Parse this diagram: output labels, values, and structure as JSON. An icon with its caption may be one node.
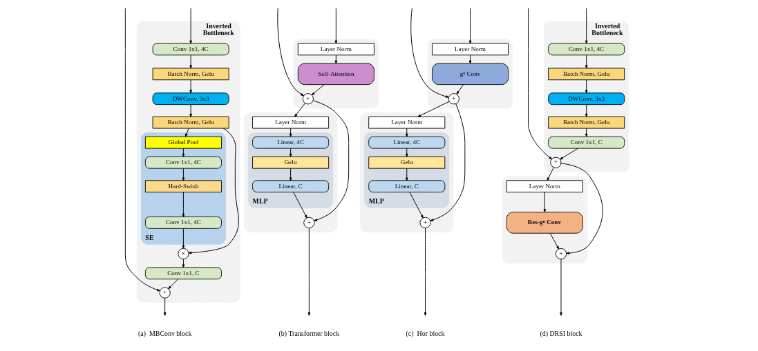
{
  "diagram": {
    "nodes": [
      {
        "text": [
          "Inverted Bottleneck"
        ]
      },
      {
        "text": [
          "Conv 1x1, 4C"
        ],
        "in": 0
      },
      {
        "text": [
          "Batch Norm, Gelu"
        ],
        "in": 0
      },
      {
        "text": [
          "DWConv, 3x3"
        ],
        "in": 0
      },
      {
        "text": [
          "Batch Norm, Gelu"
        ],
        "in": 0
      },
      {
        "text": [
          "SE"
        ],
        "in": 0
      },
      {
        "text": [
          "Global Pool"
        ],
        "in": 5
      },
      {
        "text": [
          "Conv 1x1, 4C"
        ],
        "in": 5
      },
      {
        "text": [
          "Hard-Swish"
        ],
        "in": 5
      },
      {
        "text": [
          "Conv 1x1, 4C"
        ],
        "in": 5
      },
      {
        "text": [
          "×"
        ],
        "in": 0
      },
      {
        "text": [
          "Conv 1x1, C"
        ],
        "in": 0
      },
      {
        "text": [
          "+"
        ],
        "in": 0
      },
      {
        "text": [],
        "shape": "box"
      },
      {
        "text": [
          "Layer Norm"
        ],
        "in": 13
      },
      {
        "text": [
          "Self-Attention"
        ],
        "in": 13
      },
      {
        "text": [
          "+"
        ],
        "in": 13
      },
      {
        "text": [],
        "shape": "box"
      },
      {
        "text": [
          "Layer Norm"
        ],
        "in": 17
      },
      {
        "text": [
          "MLP"
        ],
        "in": 17
      },
      {
        "text": [
          "Linear, 4C"
        ],
        "in": 19
      },
      {
        "text": [
          "Gelu"
        ],
        "in": 19
      },
      {
        "text": [
          "Linear, C"
        ],
        "in": 19
      },
      {
        "text": [
          "+"
        ],
        "in": 17
      },
      {
        "text": [],
        "shape": "box"
      },
      {
        "text": [
          "Layer Norm"
        ],
        "in": 24
      },
      {
        "text": [
          "gⁿ Conv"
        ],
        "in": 24
      },
      {
        "text": [
          "+"
        ],
        "in": 24
      },
      {
        "text": [],
        "shape": "box"
      },
      {
        "text": [
          "Layer Norm"
        ],
        "in": 28
      },
      {
        "text": [
          "MLP"
        ],
        "in": 28
      },
      {
        "text": [
          "Linear, 4C"
        ],
        "in": 30
      },
      {
        "text": [
          "Gelu"
        ],
        "in": 30
      },
      {
        "text": [
          "Linear, C"
        ],
        "in": 30
      },
      {
        "text": [
          "+"
        ],
        "in": 28
      },
      {
        "text": [
          "Inverted Bottleneck"
        ]
      },
      {
        "text": [
          "Conv 1x1, 4C"
        ],
        "in": 35
      },
      {
        "text": [
          "Batch Norm, Gelu"
        ],
        "in": 35
      },
      {
        "text": [
          "DWConv, 3x3"
        ],
        "in": 35
      },
      {
        "text": [
          "Batch Norm, Gelu"
        ],
        "in": 35
      },
      {
        "text": [
          "Conv 1x1, C"
        ],
        "in": 35
      },
      {
        "text": [
          "+"
        ],
        "in": 35
      },
      {
        "text": [],
        "shape": "box"
      },
      {
        "text": [
          "Layer Norm"
        ],
        "in": 42
      },
      {
        "text": [
          "Res-gⁿ Conv"
        ],
        "in": 42
      },
      {
        "text": [
          "+"
        ],
        "in": 42
      }
    ],
    "edges": [
      {
        "from": null,
        "to": 1,
        "arrow": "to"
      },
      {
        "from": 1,
        "to": 2,
        "arrow": "to"
      },
      {
        "from": 2,
        "to": 3,
        "arrow": "to"
      },
      {
        "from": 3,
        "to": 4,
        "arrow": "to"
      },
      {
        "from": 4,
        "to": 6,
        "arrow": "to"
      },
      {
        "from": 4,
        "to": 10,
        "arrow": "to"
      },
      {
        "from": 6,
        "to": 7,
        "arrow": "to"
      },
      {
        "from": 7,
        "to": 8,
        "arrow": "to"
      },
      {
        "from": 8,
        "to": 9,
        "arrow": "to"
      },
      {
        "from": 9,
        "to": 10,
        "arrow": "to"
      },
      {
        "from": 10,
        "to": 11,
        "arrow": "to"
      },
      {
        "from": 11,
        "to": 12,
        "arrow": "to"
      },
      {
        "from": null,
        "to": 12,
        "arrow": "to"
      },
      {
        "from": 12,
        "to": null,
        "arrow": "to"
      },
      {
        "from": null,
        "to": 14,
        "arrow": "to"
      },
      {
        "from": 14,
        "to": 15,
        "arrow": "to"
      },
      {
        "from": 15,
        "to": 16,
        "arrow": "to"
      },
      {
        "from": null,
        "to": 16,
        "arrow": "to"
      },
      {
        "from": 16,
        "to": 18,
        "arrow": "to"
      },
      {
        "from": 16,
        "to": 23,
        "arrow": "to"
      },
      {
        "from": 18,
        "to": 20,
        "arrow": "to"
      },
      {
        "from": 20,
        "to": 21,
        "arrow": "to"
      },
      {
        "from": 21,
        "to": 22,
        "arrow": "to"
      },
      {
        "from": 22,
        "to": 23,
        "arrow": "to"
      },
      {
        "from": 23,
        "to": null,
        "arrow": "to"
      },
      {
        "from": null,
        "to": 25,
        "arrow": "to"
      },
      {
        "from": 25,
        "to": 26,
        "arrow": "to"
      },
      {
        "from": 26,
        "to": 27,
        "arrow": "to"
      },
      {
        "from": null,
        "to": 27,
        "arrow": "to"
      },
      {
        "from": 27,
        "to": 29,
        "arrow": "to"
      },
      {
        "from": 27,
        "to": 34,
        "arrow": "to"
      },
      {
        "from": 29,
        "to": 31,
        "arrow": "to"
      },
      {
        "from": 31,
        "to": 32,
        "arrow": "to"
      },
      {
        "from": 32,
        "to": 33,
        "arrow": "to"
      },
      {
        "from": 33,
        "to": 34,
        "arrow": "to"
      },
      {
        "from": 34,
        "to": null,
        "arrow": "to"
      },
      {
        "from": null,
        "to": 36,
        "arrow": "to"
      },
      {
        "from": 36,
        "to": 37,
        "arrow": "to"
      },
      {
        "from": 37,
        "to": 38,
        "arrow": "to"
      },
      {
        "from": 38,
        "to": 39,
        "arrow": "to"
      },
      {
        "from": 39,
        "to": 40,
        "arrow": "to"
      },
      {
        "from": 40,
        "to": 41,
        "arrow": "to"
      },
      {
        "from": null,
        "to": 41,
        "arrow": "to"
      },
      {
        "from": 41,
        "to": 43,
        "arrow": "to"
      },
      {
        "from": 41,
        "to": 45,
        "arrow": "to"
      },
      {
        "from": 43,
        "to": 44,
        "arrow": "to"
      },
      {
        "from": 44,
        "to": 45,
        "arrow": "to"
      },
      {
        "from": 45,
        "to": null,
        "arrow": "to"
      }
    ],
    "labels": [
      "(a)  MBConv block",
      "(b) Transformer block",
      "(c)  Hor block",
      "(d) DRSI block"
    ]
  }
}
